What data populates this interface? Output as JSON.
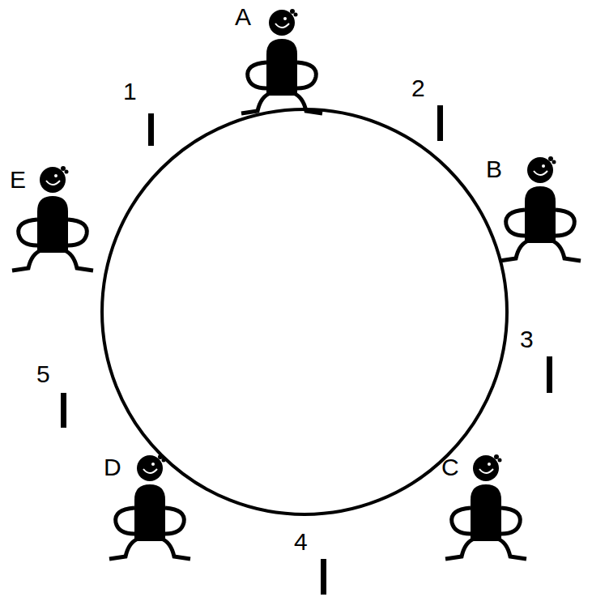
{
  "diagram": {
    "labels": [
      "A",
      "B",
      "C",
      "D",
      "E",
      "1",
      "2",
      "3",
      "4",
      "5"
    ]
  }
}
